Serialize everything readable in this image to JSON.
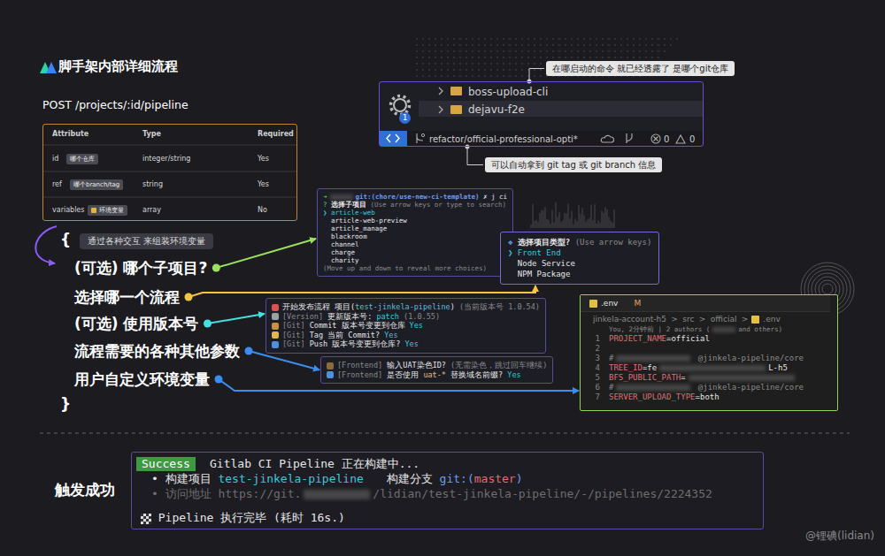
{
  "diagram": {
    "title": "脚手架内部详细流程",
    "nodes": [
      {
        "text": [
          "Attribute",
          "Type",
          "Required",
          "id",
          "哪个仓库",
          "integer/string",
          "Yes",
          "ref",
          "哪个branch/tag",
          "string",
          "Yes",
          "variables",
          "环境变量",
          "array",
          "No"
        ]
      },
      {
        "text": [
          "通过各种交互 来组装环境变量"
        ]
      },
      {
        "text": [
          "(可选) 哪个子项目?"
        ]
      },
      {
        "text": [
          "选择哪一个流程"
        ]
      },
      {
        "text": [
          "(可选) 使用版本号"
        ]
      },
      {
        "text": [
          "流程需要的各种其他参数"
        ]
      },
      {
        "text": [
          "用户自定义环境变量"
        ]
      },
      {
        "text": [
          "在哪启动的命令 就已经透露了 是哪个git仓库"
        ]
      },
      {
        "text": [
          "1",
          "boss-upload-cli",
          "dejavu-f2e",
          "refactor/official-professional-opti*",
          "0",
          "0"
        ]
      },
      {
        "text": [
          "可以自动拿到 git tag 或 git branch 信息"
        ]
      },
      {
        "text": [
          "➜",
          "git:(chore/use-new-ci-template)",
          "✗ j ci",
          "?",
          "选择子项目",
          "(Use arrow keys or type to search)",
          "❯ article-web",
          "article-web-preview",
          "article_manage",
          "blackroom",
          "channel",
          "charge",
          "charity",
          "(Move up and down to reveal more choices)"
        ]
      },
      {
        "text": [
          "❖",
          "选择项目类型?",
          "(Use arrow keys)",
          "❯ Front End",
          "Node Service",
          "NPM Package"
        ]
      },
      {
        "text": [
          "开始发布流程",
          "项目(",
          "test-jinkela-pipeline",
          ")",
          "(当前版本号 1.0.54)",
          "[Version]",
          "更新版本号:",
          "patch",
          "(1.0.55)",
          "[Git]",
          "Commit 版本号变更到仓库",
          "Yes",
          "[Git]",
          "Tag 当前 Commit?",
          "Yes",
          "[Git]",
          "Push 版本号变更到仓库?",
          "Yes"
        ]
      },
      {
        "text": [
          "[Frontend]",
          "输入UAT染色ID?",
          "(无需染色，跳过回车继续)",
          "[Frontend]",
          "是否使用",
          "uat-*",
          "替换域名前缀?",
          "Yes"
        ]
      },
      {
        "text": [
          ".env",
          "M",
          "jinkela-account-h5",
          ">",
          "src",
          ">",
          "official",
          ">",
          ".env",
          "You, 2分钟前 | 2 authors (",
          "and others)",
          "1",
          "PROJECT_NAME",
          "=official",
          "2",
          "3",
          "#",
          "@jinkela-pipeline/core",
          "4",
          "TREE_ID",
          "=fe",
          "L-h5",
          "5",
          "BFS_PUBLIC_PATH",
          "=",
          "6",
          "#",
          "@jinkela-pipeline/core",
          "7",
          "SERVER_UPLOAD_TYPE",
          "=both"
        ]
      },
      {
        "text": [
          "Gitlab CI Pipeline 正在构建中...",
          "•",
          "构建项目",
          "test-jinkela-pipeline",
          "构建分支",
          "git:(",
          "master",
          ")",
          "•",
          "访问地址",
          "https://git.",
          "/lidian/test-jinkela-pipeline/-/pipelines/2224352",
          "Pipeline 执行完毕 (耗时 16s.)"
        ]
      },
      {
        "text": [
          "Success"
        ],
        "in": 15
      }
    ],
    "edges": [
      {
        "from": 2,
        "to": 10,
        "arrow": "to"
      },
      {
        "from": 3,
        "to": 11,
        "arrow": "to"
      },
      {
        "from": 4,
        "to": 12,
        "arrow": "to"
      },
      {
        "from": 5,
        "to": 13,
        "arrow": "to"
      },
      {
        "from": 6,
        "to": 14,
        "arrow": "to"
      },
      {
        "from": 7,
        "to": 8,
        "arrow": "none"
      },
      {
        "from": 9,
        "to": 8,
        "arrow": "none"
      }
    ],
    "labels": [
      "POST /projects/:id/pipeline",
      "{",
      "}",
      "触发成功",
      "@锂碘(lidian)"
    ]
  }
}
